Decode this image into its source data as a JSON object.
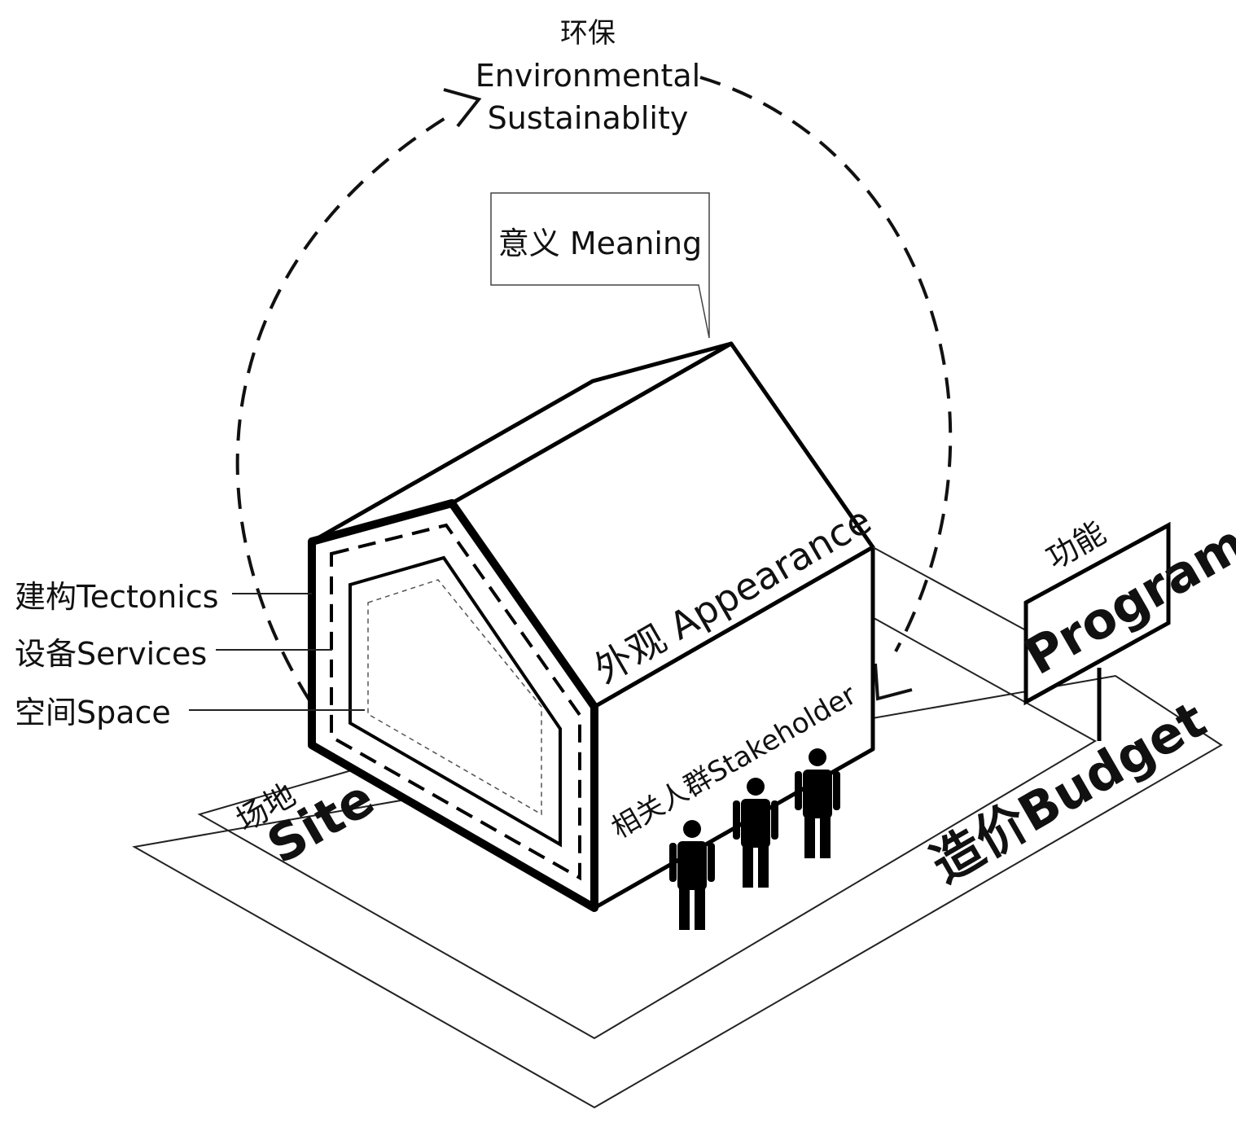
{
  "labels": {
    "env_cn": "环保",
    "env_en_1": "Environmental",
    "env_en_2": "Sustainablity",
    "meaning": "意义 Meaning",
    "appearance": "外观 Appearance",
    "program_cn": "功能",
    "program_en": "Program",
    "tectonics": "建构Tectonics",
    "services": "设备Services",
    "space": "空间Space",
    "stakeholder": "相关人群Stakeholder",
    "site_cn": "场地",
    "site_en": "Site",
    "budget": "造价Budget"
  }
}
